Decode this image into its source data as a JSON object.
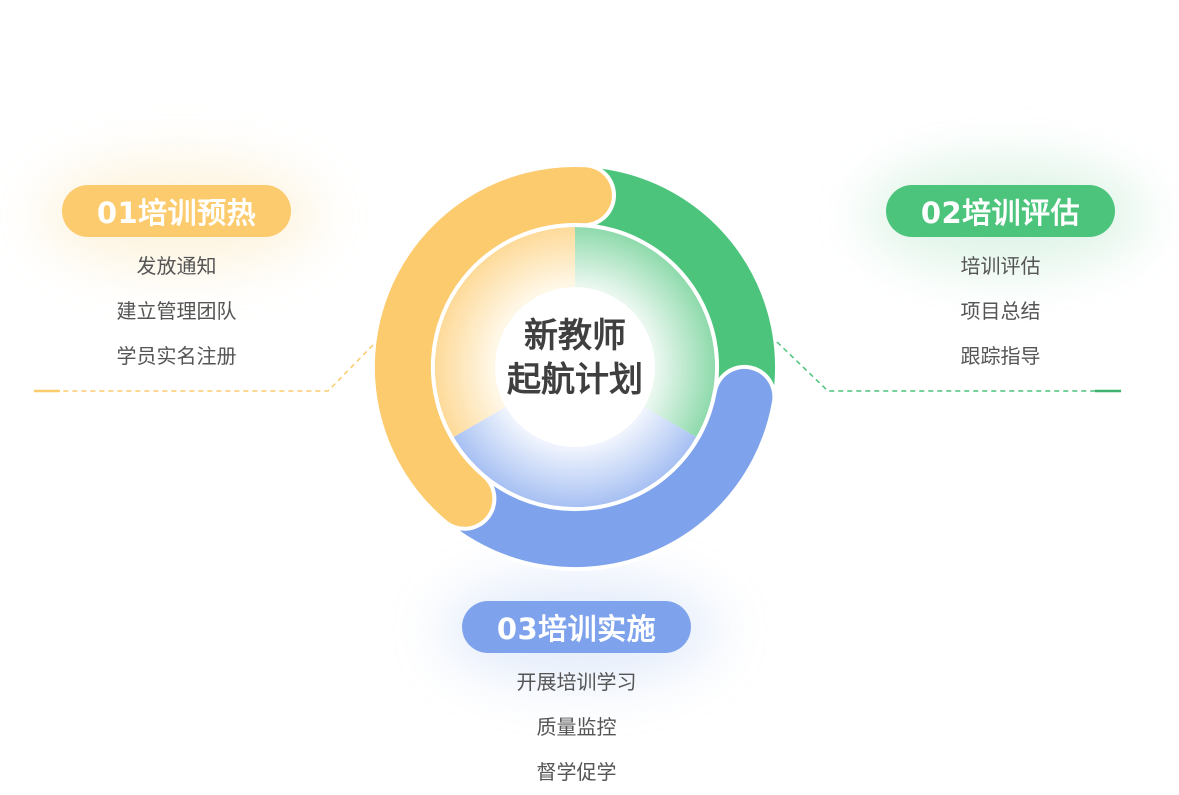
{
  "center": {
    "line1": "新教师",
    "line2": "起航计划"
  },
  "stages": [
    {
      "badge": "01培训预热",
      "items": [
        "发放通知",
        "建立管理团队",
        "学员实名注册"
      ],
      "color": "#fccb6e"
    },
    {
      "badge": "02培训评估",
      "items": [
        "培训评估",
        "项目总结",
        "跟踪指导"
      ],
      "color": "#4cc47c"
    },
    {
      "badge": "03培训实施",
      "items": [
        "开展培训学习",
        "质量监控",
        "督学促学"
      ],
      "color": "#7ea3ec"
    }
  ]
}
